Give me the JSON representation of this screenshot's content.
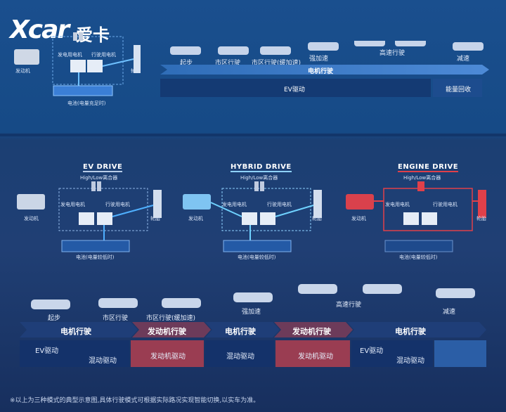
{
  "logo": {
    "mark": "Xcar",
    "cn": "爱卡"
  },
  "top": {
    "components": {
      "engine": "发动机",
      "generator": "发电用电机",
      "drive_motor": "行驶用电机",
      "tire": "轮胎",
      "battery": "电池(电量充足时)"
    },
    "phases": [
      "起步",
      "市区行驶",
      "市区行驶(缓加速)",
      "强加速",
      "高速行驶",
      "减速"
    ],
    "mode_label": "电机行驶",
    "bar_main": "EV驱动",
    "bar_regen": "能量回收"
  },
  "modes": [
    {
      "title": "EV DRIVE",
      "clutch": "High/Low离合器",
      "generator": "发电用电机",
      "drive_motor": "行驶用电机",
      "engine": "发动机",
      "tire": "轮胎",
      "battery": "电池(电量较低时)",
      "accent": "#b8cce8"
    },
    {
      "title": "HYBRID DRIVE",
      "clutch": "High/Low离合器",
      "generator": "发电用电机",
      "drive_motor": "行驶用电机",
      "engine": "发动机",
      "tire": "轮胎",
      "battery": "电池(电量较低时)",
      "accent": "#8fd2ff"
    },
    {
      "title": "ENGINE DRIVE",
      "clutch": "High/Low离合器",
      "generator": "发电用电机",
      "drive_motor": "行驶用电机",
      "engine": "发动机",
      "tire": "轮胎",
      "battery": "电池(电量较低时)",
      "accent": "#e0404a"
    }
  ],
  "bottom": {
    "phases": [
      "起步",
      "市区行驶",
      "市区行驶(缓加速)",
      "强加速",
      "高速行驶",
      "减速"
    ],
    "segments": [
      "电机行驶",
      "发动机行驶",
      "电机行驶",
      "发动机行驶",
      "电机行驶"
    ],
    "drive": {
      "ev1": "EV驱动",
      "hybrid1": "混动驱动",
      "engine1": "发动机驱动",
      "hybrid2": "混动驱动",
      "engine2": "发动机驱动",
      "ev2": "EV驱动",
      "hybrid3": "混动驱动"
    }
  },
  "footer": "※以上为三种模式的典型示意图,具体行驶模式可根据实际路况实现智能切换,以实车为准。"
}
